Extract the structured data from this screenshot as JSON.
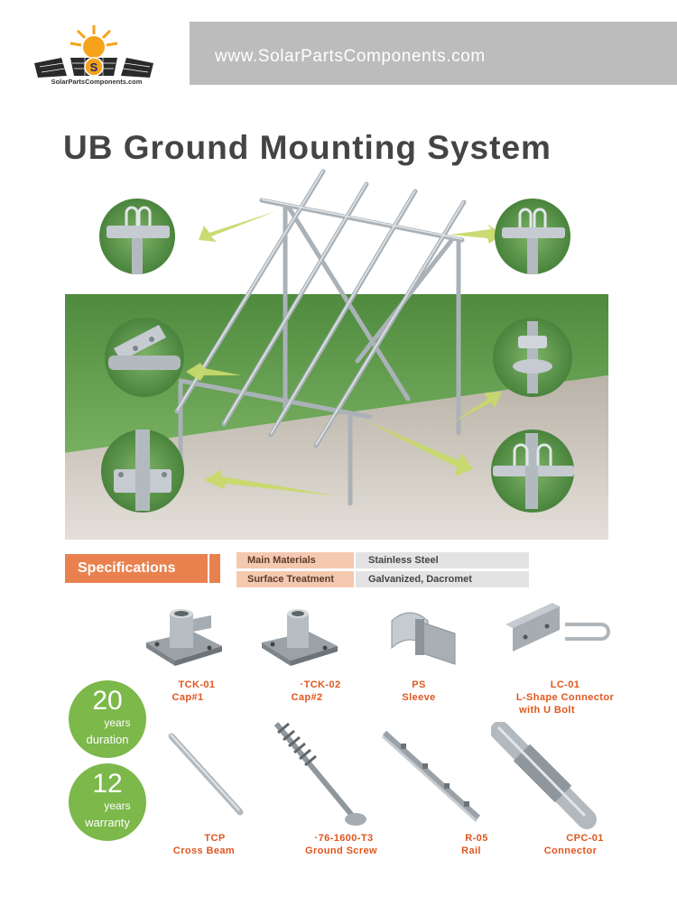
{
  "header": {
    "logo_text": "SolarPartsComponents.com",
    "logo_letters": "S",
    "url": "www.SolarPartsComponents.com"
  },
  "title": "UB Ground Mounting System",
  "specs": {
    "label": "Specifications",
    "rows": [
      {
        "key": "Main Materials",
        "value": "Stainless Steel"
      },
      {
        "key": "Surface Treatment",
        "value": "Galvanized, Dacromet"
      }
    ]
  },
  "badges": [
    {
      "number": "20",
      "unit": "years",
      "desc": "duration"
    },
    {
      "number": "12",
      "unit": "years",
      "desc": "warranty"
    }
  ],
  "products": [
    {
      "code": "TCK-01",
      "name": "Cap#1",
      "icon": "cap-base-icon"
    },
    {
      "code": "·TCK-02",
      "name": "Cap#2",
      "icon": "cap-base-icon"
    },
    {
      "code": "PS",
      "name": "Sleeve",
      "icon": "sleeve-icon"
    },
    {
      "code": "LC-01",
      "name": "L-Shape Connector",
      "name2": "with U Bolt",
      "icon": "l-connector-icon"
    },
    {
      "code": "TCP",
      "name": "Cross Beam",
      "icon": "tube-icon"
    },
    {
      "code": "·76-1600-T3",
      "name": "Ground Screw",
      "icon": "ground-screw-icon"
    },
    {
      "code": "R-05",
      "name": "Rail",
      "icon": "rail-icon"
    },
    {
      "code": "CPC-01",
      "name": "Connector",
      "icon": "pipe-connector-icon"
    }
  ],
  "colors": {
    "accent": "#e9814f",
    "product_text": "#e0561f",
    "badge": "#7cb84a",
    "header_bar": "#bdbcbc",
    "grass": "#5f9a4a",
    "steel": "#b7bdc2",
    "arrow": "#c7d96a"
  }
}
